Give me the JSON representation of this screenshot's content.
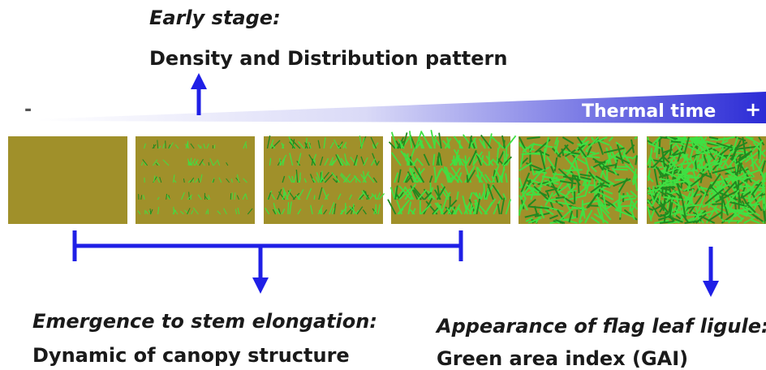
{
  "top_annotation": {
    "heading": "Early stage:",
    "detail": "Density and Distribution pattern"
  },
  "timeline": {
    "minus": "-",
    "label": "Thermal time",
    "plus": "+",
    "gradient_start": "#ffffff",
    "gradient_end": "#2b2bd6"
  },
  "panels": [
    {
      "stage": "bare soil",
      "vegetation": 0
    },
    {
      "stage": "sparse rows",
      "vegetation": 1
    },
    {
      "stage": "rows",
      "vegetation": 2
    },
    {
      "stage": "dense rows",
      "vegetation": 3
    },
    {
      "stage": "closing canopy",
      "vegetation": 4
    },
    {
      "stage": "closed canopy",
      "vegetation": 5
    }
  ],
  "bottom_left_annotation": {
    "heading": "Emergence to stem elongation:",
    "detail": "Dynamic of canopy structure"
  },
  "bottom_right_annotation": {
    "heading": "Appearance of flag leaf ligule:",
    "detail": "Green area index (GAI)"
  },
  "colors": {
    "soil": "#a0902a",
    "leaf": "#3fe042",
    "leaf_dark": "#1f8a1f",
    "arrow": "#1f1fe6"
  }
}
